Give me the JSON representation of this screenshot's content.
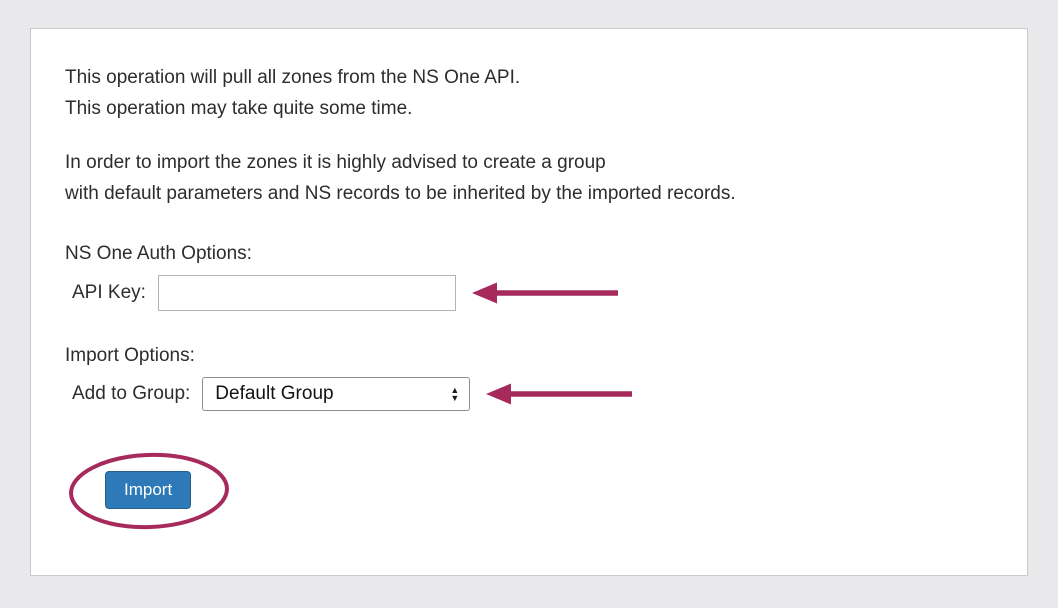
{
  "panel": {
    "intro_line1": "This operation will pull all zones from the NS One API.",
    "intro_line2": "This operation may take quite some time.",
    "advice_line1": "In order to import the zones it is highly advised to create a group",
    "advice_line2": "with default parameters and NS records to be inherited by the imported records.",
    "auth_title": "NS One Auth Options:",
    "api_key_label": "API Key:",
    "api_key_value": "",
    "import_title": "Import Options:",
    "group_label": "Add to Group:",
    "group_selected": "Default Group",
    "import_button": "Import"
  },
  "icons": {
    "arrow_up": "▲",
    "arrow_down": "▼"
  },
  "colors": {
    "page_background": "#e9e9eb",
    "panel_background": "#ffffff",
    "button_background": "#2e79b8",
    "button_border": "#265e90",
    "annotation": "#a62a5c"
  },
  "annotations": {
    "arrow_color": "#a62a5c",
    "circle_color": "#a62a5c"
  }
}
